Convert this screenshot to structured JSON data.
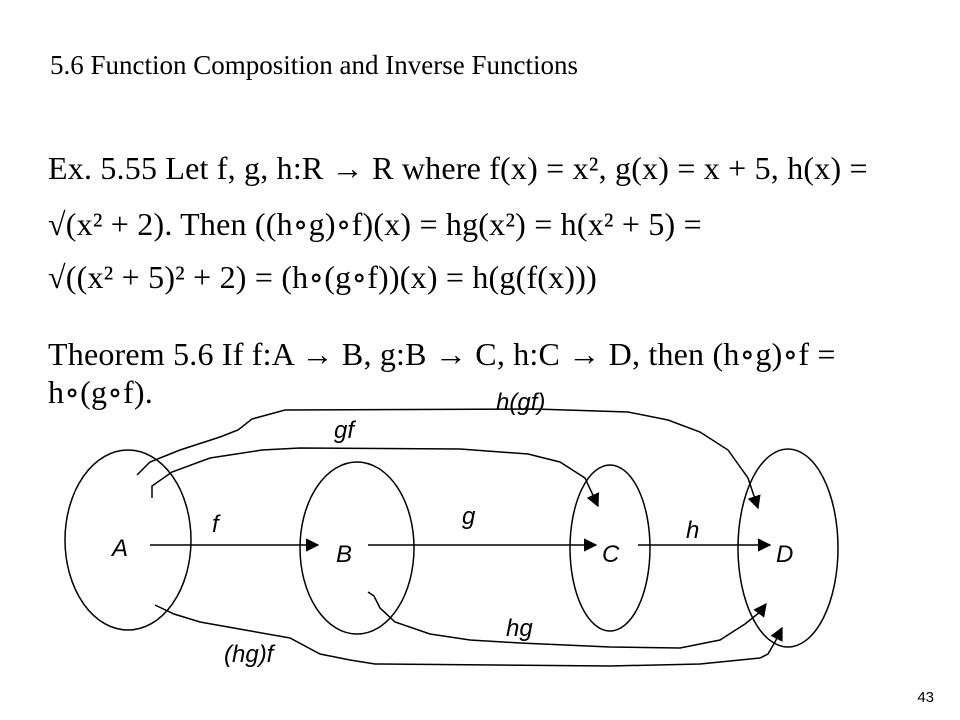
{
  "slide": {
    "title": "5.6 Function Composition and Inverse Functions",
    "page_number": "43"
  },
  "example": {
    "line1": "Ex. 5.55 Let f, g, h:R → R where f(x) = x², g(x) = x + 5, h(x) =",
    "line2": "√(x² + 2). Then ((h∘g)∘f)(x) = hg(x²) = h(x² + 5) =",
    "line3": "√((x² + 5)² + 2) = (h∘(g∘f))(x) = h(g(f(x)))"
  },
  "theorem": {
    "line1": "Theorem 5.6 If f:A → B, g:B → C, h:C → D, then (h∘g)∘f =",
    "line2": "h∘(g∘f)."
  },
  "diagram": {
    "sets": [
      "A",
      "B",
      "C",
      "D"
    ],
    "arrow_labels": {
      "f": "f",
      "g": "g",
      "h": "h",
      "gf": "gf",
      "hg": "hg",
      "h_gf": "h(gf)",
      "hg_f": "(hg)f"
    }
  }
}
